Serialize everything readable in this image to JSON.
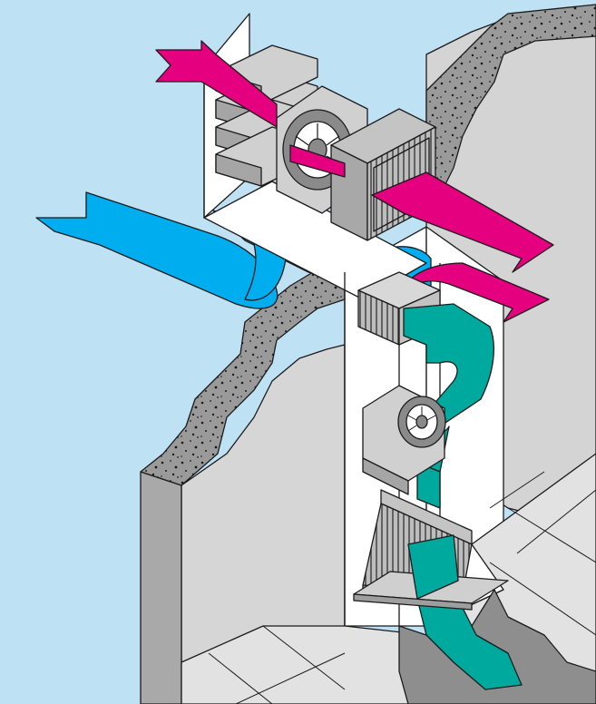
{
  "diagram": {
    "colors": {
      "sky": "#bfe1f4",
      "wall_face": "#d6d6d6",
      "wall_side": "#a9a9a9",
      "concrete": "#9a9a9a",
      "shaft_interior": "#ffffff",
      "floor_tile": "#e2e2e2",
      "floor_shadow": "#8e8e8e",
      "supply_air": "#e4007e",
      "outdoor_air": "#00aeef",
      "return_air": "#00a99d",
      "component": "#c8c8c8",
      "component_dark": "#8a8a8a"
    },
    "components": [
      {
        "name": "exhaust-louver",
        "kind": "louver"
      },
      {
        "name": "upper-supply-fan",
        "kind": "fan"
      },
      {
        "name": "upper-filter",
        "kind": "filter"
      },
      {
        "name": "heat-recovery-coil",
        "kind": "coil"
      },
      {
        "name": "lower-return-fan",
        "kind": "fan"
      },
      {
        "name": "lower-filter",
        "kind": "filter"
      }
    ],
    "flows": [
      {
        "name": "exhaust-air-stream",
        "color_key": "supply_air"
      },
      {
        "name": "supply-air-stream",
        "color_key": "supply_air"
      },
      {
        "name": "outdoor-air-stream",
        "color_key": "outdoor_air"
      },
      {
        "name": "return-air-stream",
        "color_key": "return_air"
      }
    ]
  }
}
